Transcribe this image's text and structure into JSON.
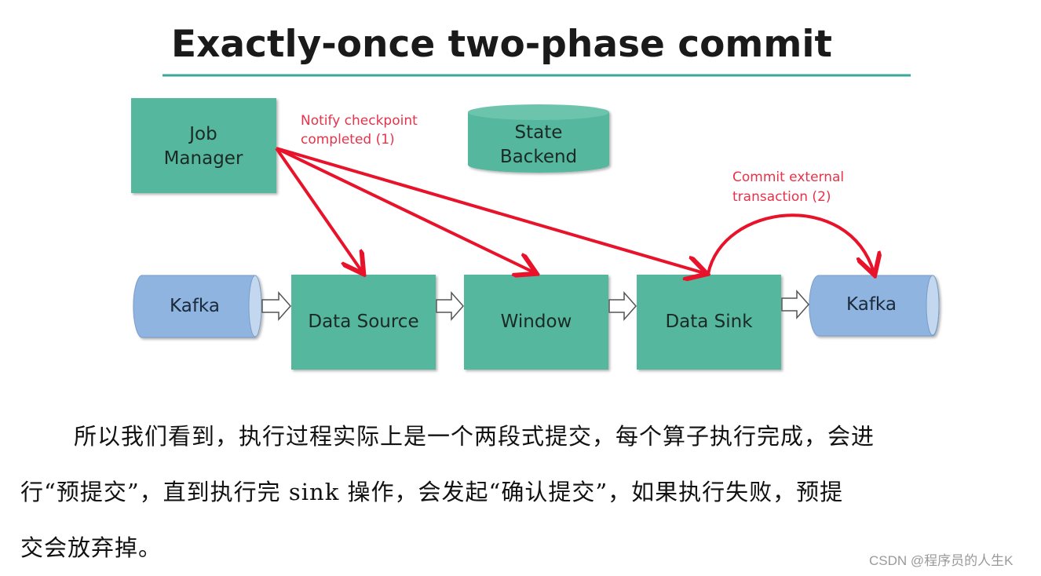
{
  "slide": {
    "title": "Exactly-once two-phase commit",
    "nodes": {
      "job_manager": [
        "Job",
        "Manager"
      ],
      "state_backend": [
        "State",
        "Backend"
      ],
      "kafka_source": "Kafka",
      "data_source": "Data Source",
      "window": "Window",
      "data_sink": "Data Sink",
      "kafka_sink": "Kafka"
    },
    "annotations": {
      "notify": [
        "Notify checkpoint",
        "completed (1)"
      ],
      "commit": [
        "Commit external",
        "transaction (2)"
      ]
    },
    "colors": {
      "operator": "#54b79e",
      "kafka": "#8fb4e0",
      "arrow": "#e8132b",
      "rule": "#3aa897"
    }
  },
  "paragraph": {
    "lines": [
      "所以我们看到，执行过程实际上是一个两段式提交，每个算子执行完成，会进",
      "行“预提交”，直到执行完 sink 操作，会发起“确认提交”，如果执行失败，预提",
      "交会放弃掉。"
    ]
  },
  "watermark": "CSDN @程序员的人生K"
}
